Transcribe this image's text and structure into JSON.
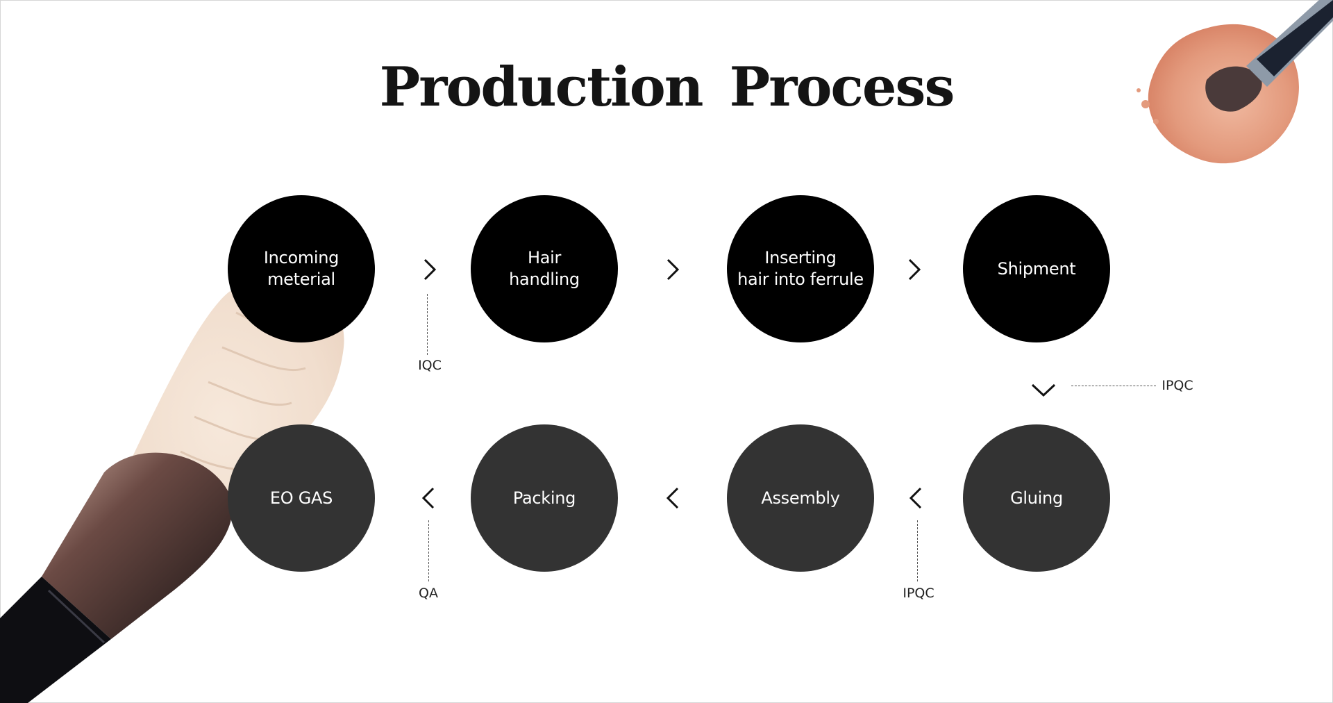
{
  "title": "Production Process",
  "steps": [
    {
      "label": "Incoming\nmeterial"
    },
    {
      "label": "Hair\nhandling"
    },
    {
      "label": "Inserting\nhair into ferrule"
    },
    {
      "label": "Shipment"
    },
    {
      "label": "Gluing"
    },
    {
      "label": "Assembly"
    },
    {
      "label": "Packing"
    },
    {
      "label": "EO GAS"
    }
  ],
  "checkpoints": [
    "IQC",
    "IPQC",
    "IPQC",
    "QA"
  ],
  "colors": {
    "top_row_fill": "#000000",
    "bottom_row_fill": "#333333",
    "text": "#141414"
  }
}
